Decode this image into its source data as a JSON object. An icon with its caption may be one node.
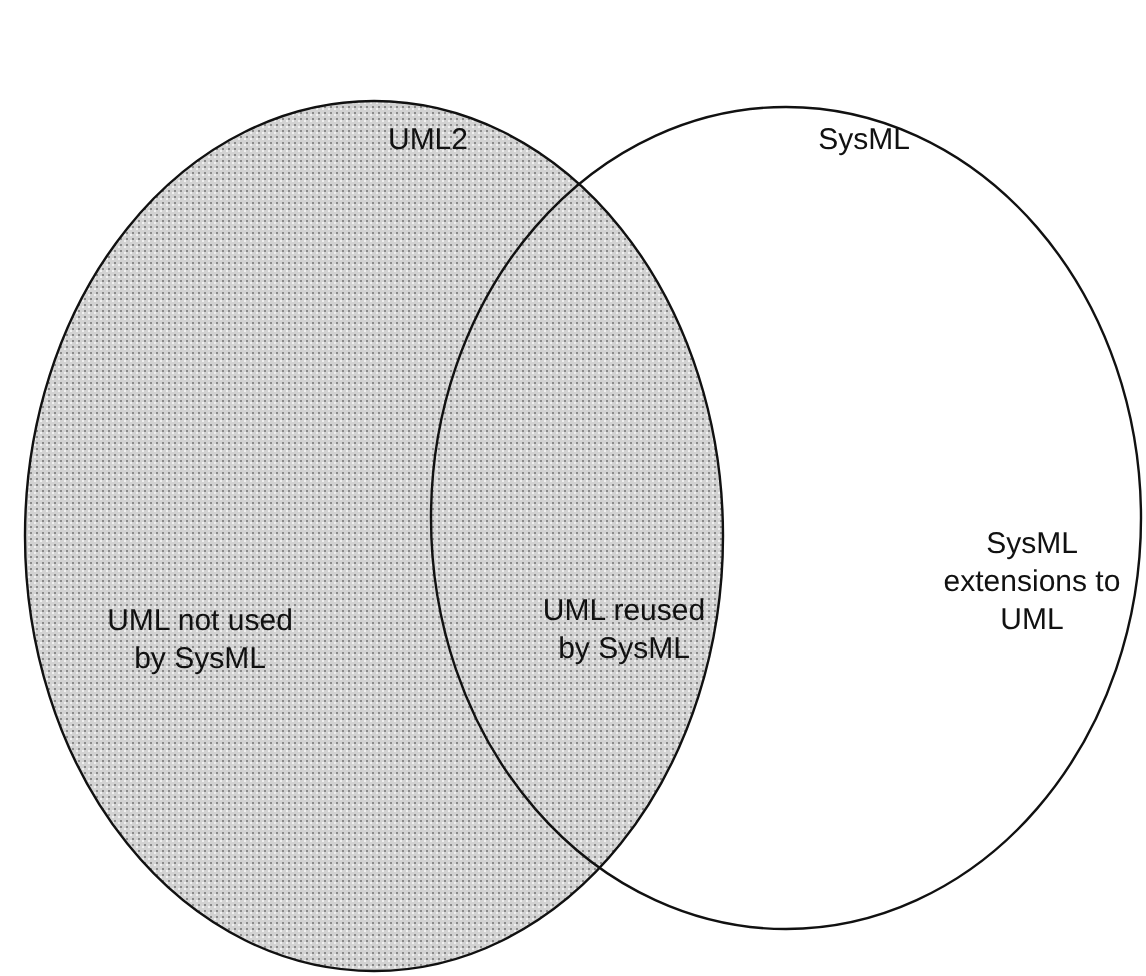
{
  "diagram": {
    "nodes": [
      {
        "text": [
          "UML2",
          "UML not used by SysML"
        ]
      },
      {
        "text": [
          "SysML",
          "SysML extensions to UML"
        ]
      }
    ],
    "labels": [
      "UML reused by SysML"
    ]
  }
}
